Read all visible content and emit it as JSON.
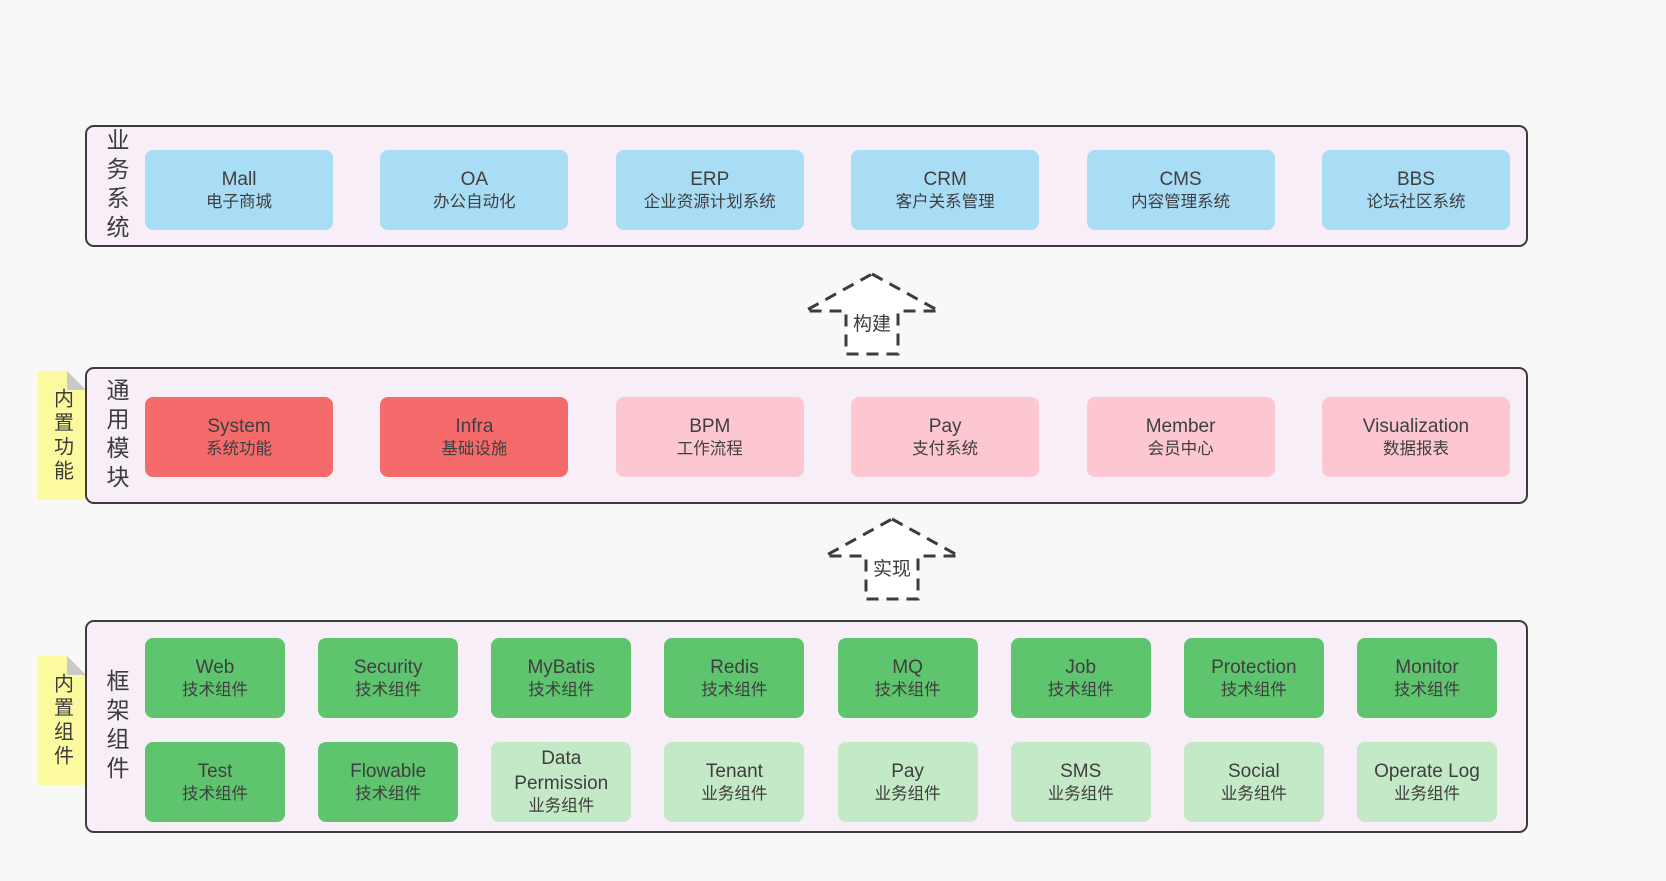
{
  "colors": {
    "page_background": "#f8f8f8",
    "panel_background": "#f7eef7",
    "panel_border": "#3c3c3c",
    "business_box": "#a9ddf6",
    "core_module_box": "#f56b6b",
    "optional_module_box": "#fcc7d1",
    "tech_component_box": "#5fc46e",
    "biz_component_box": "#c3e9c6",
    "sticky_tag": "#fbfa9f",
    "text": "#3f3f3f"
  },
  "arrows": [
    {
      "label": "构建"
    },
    {
      "label": "实现"
    }
  ],
  "sections": {
    "business": {
      "label": "业务系统",
      "boxes": [
        {
          "name": "Mall",
          "subtitle": "电子商城"
        },
        {
          "name": "OA",
          "subtitle": "办公自动化"
        },
        {
          "name": "ERP",
          "subtitle": "企业资源计划系统"
        },
        {
          "name": "CRM",
          "subtitle": "客户关系管理"
        },
        {
          "name": "CMS",
          "subtitle": "内容管理系统"
        },
        {
          "name": "BBS",
          "subtitle": "论坛社区系统"
        }
      ]
    },
    "modules": {
      "label": "通用模块",
      "tag": "内置功能",
      "boxes": [
        {
          "name": "System",
          "subtitle": "系统功能"
        },
        {
          "name": "Infra",
          "subtitle": "基础设施"
        },
        {
          "name": "BPM",
          "subtitle": "工作流程"
        },
        {
          "name": "Pay",
          "subtitle": "支付系统"
        },
        {
          "name": "Member",
          "subtitle": "会员中心"
        },
        {
          "name": "Visualization",
          "subtitle": "数据报表"
        }
      ]
    },
    "framework": {
      "label": "框架组件",
      "tag": "内置组件",
      "row1": [
        {
          "name": "Web",
          "subtitle": "技术组件"
        },
        {
          "name": "Security",
          "subtitle": "技术组件"
        },
        {
          "name": "MyBatis",
          "subtitle": "技术组件"
        },
        {
          "name": "Redis",
          "subtitle": "技术组件"
        },
        {
          "name": "MQ",
          "subtitle": "技术组件"
        },
        {
          "name": "Job",
          "subtitle": "技术组件"
        },
        {
          "name": "Protection",
          "subtitle": "技术组件"
        },
        {
          "name": "Monitor",
          "subtitle": "技术组件"
        }
      ],
      "row2": [
        {
          "name": "Test",
          "subtitle": "技术组件"
        },
        {
          "name": "Flowable",
          "subtitle": "技术组件"
        },
        {
          "name": "Data Permission",
          "subtitle": "业务组件"
        },
        {
          "name": "Tenant",
          "subtitle": "业务组件"
        },
        {
          "name": "Pay",
          "subtitle": "业务组件"
        },
        {
          "name": "SMS",
          "subtitle": "业务组件"
        },
        {
          "name": "Social",
          "subtitle": "业务组件"
        },
        {
          "name": "Operate Log",
          "subtitle": "业务组件"
        }
      ]
    }
  }
}
